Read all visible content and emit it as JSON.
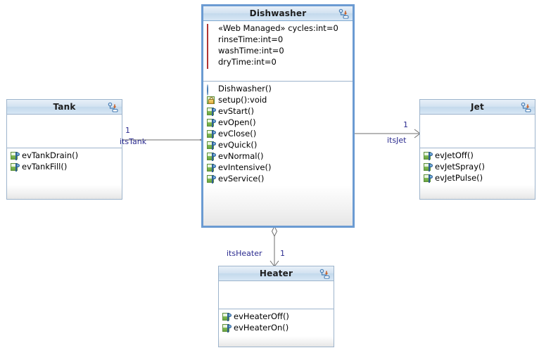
{
  "diagram": {
    "type": "uml-class-diagram",
    "background": "#ffffff",
    "header_gradient_top": "#e8f0f8",
    "header_gradient_bottom": "#c3d9ec",
    "border_color": "#9db4cc",
    "selected_border_color": "#6b9bd2",
    "label_color": "#2b2b8f",
    "connector_color": "#6e6e6e"
  },
  "classes": {
    "dishwasher": {
      "name": "Dishwasher",
      "header_icon": "deploy-arrow-icon",
      "selected": true,
      "attributes": [
        {
          "icon": "attribute-icon",
          "label": "«Web Managed» cycles:int=0"
        },
        {
          "icon": "attribute-icon",
          "label": "rinseTime:int=0"
        },
        {
          "icon": "attribute-icon",
          "label": "washTime:int=0"
        },
        {
          "icon": "attribute-icon",
          "label": "dryTime:int=0"
        }
      ],
      "operations": [
        {
          "icon": "constructor-icon",
          "label": "Dishwasher()"
        },
        {
          "icon": "protected-operation-icon",
          "label": "setup():void"
        },
        {
          "icon": "event-icon",
          "label": "evStart()"
        },
        {
          "icon": "event-icon",
          "label": "evOpen()"
        },
        {
          "icon": "event-icon",
          "label": "evClose()"
        },
        {
          "icon": "event-icon",
          "label": "evQuick()"
        },
        {
          "icon": "event-icon",
          "label": "evNormal()"
        },
        {
          "icon": "event-icon",
          "label": "evIntensive()"
        },
        {
          "icon": "event-icon",
          "label": "evService()"
        }
      ]
    },
    "tank": {
      "name": "Tank",
      "header_icon": "deploy-arrow-icon",
      "selected": false,
      "attributes": [],
      "operations": [
        {
          "icon": "event-icon",
          "label": "evTankDrain()"
        },
        {
          "icon": "event-icon",
          "label": "evTankFill()"
        }
      ]
    },
    "jet": {
      "name": "Jet",
      "header_icon": "deploy-arrow-icon",
      "selected": false,
      "attributes": [],
      "operations": [
        {
          "icon": "event-icon",
          "label": "evJetOff()"
        },
        {
          "icon": "event-icon",
          "label": "evJetSpray()"
        },
        {
          "icon": "event-icon",
          "label": "evJetPulse()"
        }
      ]
    },
    "heater": {
      "name": "Heater",
      "header_icon": "deploy-arrow-icon",
      "selected": false,
      "attributes": [],
      "operations": [
        {
          "icon": "event-icon",
          "label": "evHeaterOff()"
        },
        {
          "icon": "event-icon",
          "label": "evHeaterOn()"
        }
      ]
    }
  },
  "associations": [
    {
      "id": "tank",
      "from": "dishwasher",
      "to": "tank",
      "role": "itsTank",
      "multiplicity": "1",
      "source_decoration": "aggregation-diamond",
      "target_decoration": "none"
    },
    {
      "id": "jet",
      "from": "dishwasher",
      "to": "jet",
      "role": "itsJet",
      "multiplicity": "1",
      "source_decoration": "aggregation-diamond",
      "target_decoration": "open-arrow"
    },
    {
      "id": "heater",
      "from": "dishwasher",
      "to": "heater",
      "role": "itsHeater",
      "multiplicity": "1",
      "source_decoration": "aggregation-diamond",
      "target_decoration": "open-arrow"
    }
  ]
}
